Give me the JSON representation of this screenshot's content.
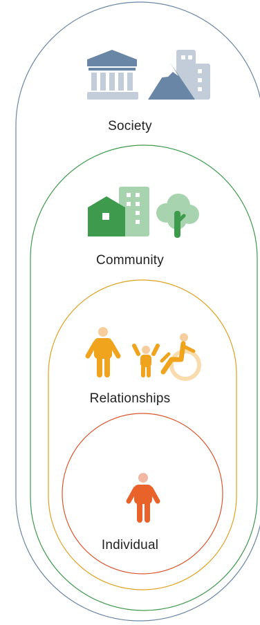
{
  "levels": {
    "society": {
      "label": "Society",
      "color": "#6a86a6"
    },
    "community": {
      "label": "Community",
      "color": "#3e9a4c"
    },
    "relationships": {
      "label": "Relationships",
      "color": "#e0a020"
    },
    "individual": {
      "label": "Individual",
      "color": "#d9542b"
    }
  },
  "icons": {
    "society": [
      "government-building-icon",
      "city-skyline-icon"
    ],
    "community": [
      "house-icon",
      "apartment-building-icon",
      "tree-icon"
    ],
    "relationships": [
      "adult-person-icon",
      "child-icon",
      "wheelchair-user-icon"
    ],
    "individual": [
      "person-icon"
    ]
  }
}
